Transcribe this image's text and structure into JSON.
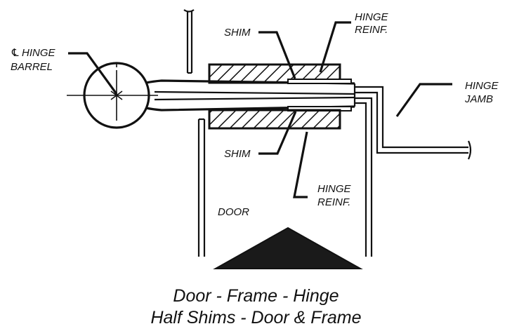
{
  "labels": {
    "centerline_symbol": "℄",
    "hinge_barrel_line1": "HINGE",
    "hinge_barrel_line2": "BARREL",
    "shim_top": "SHIM",
    "hinge_reinf_top_line1": "HINGE",
    "hinge_reinf_top_line2": "REINF.",
    "hinge_jamb_line1": "HINGE",
    "hinge_jamb_line2": "JAMB",
    "shim_bottom": "SHIM",
    "hinge_reinf_bottom_line1": "HINGE",
    "hinge_reinf_bottom_line2": "REINF.",
    "door": "DOOR"
  },
  "caption": {
    "line1": "Door - Frame - Hinge",
    "line2": "Half Shims - Door & Frame"
  },
  "colors": {
    "ink": "#111111",
    "accent_red": "#cc2020"
  }
}
